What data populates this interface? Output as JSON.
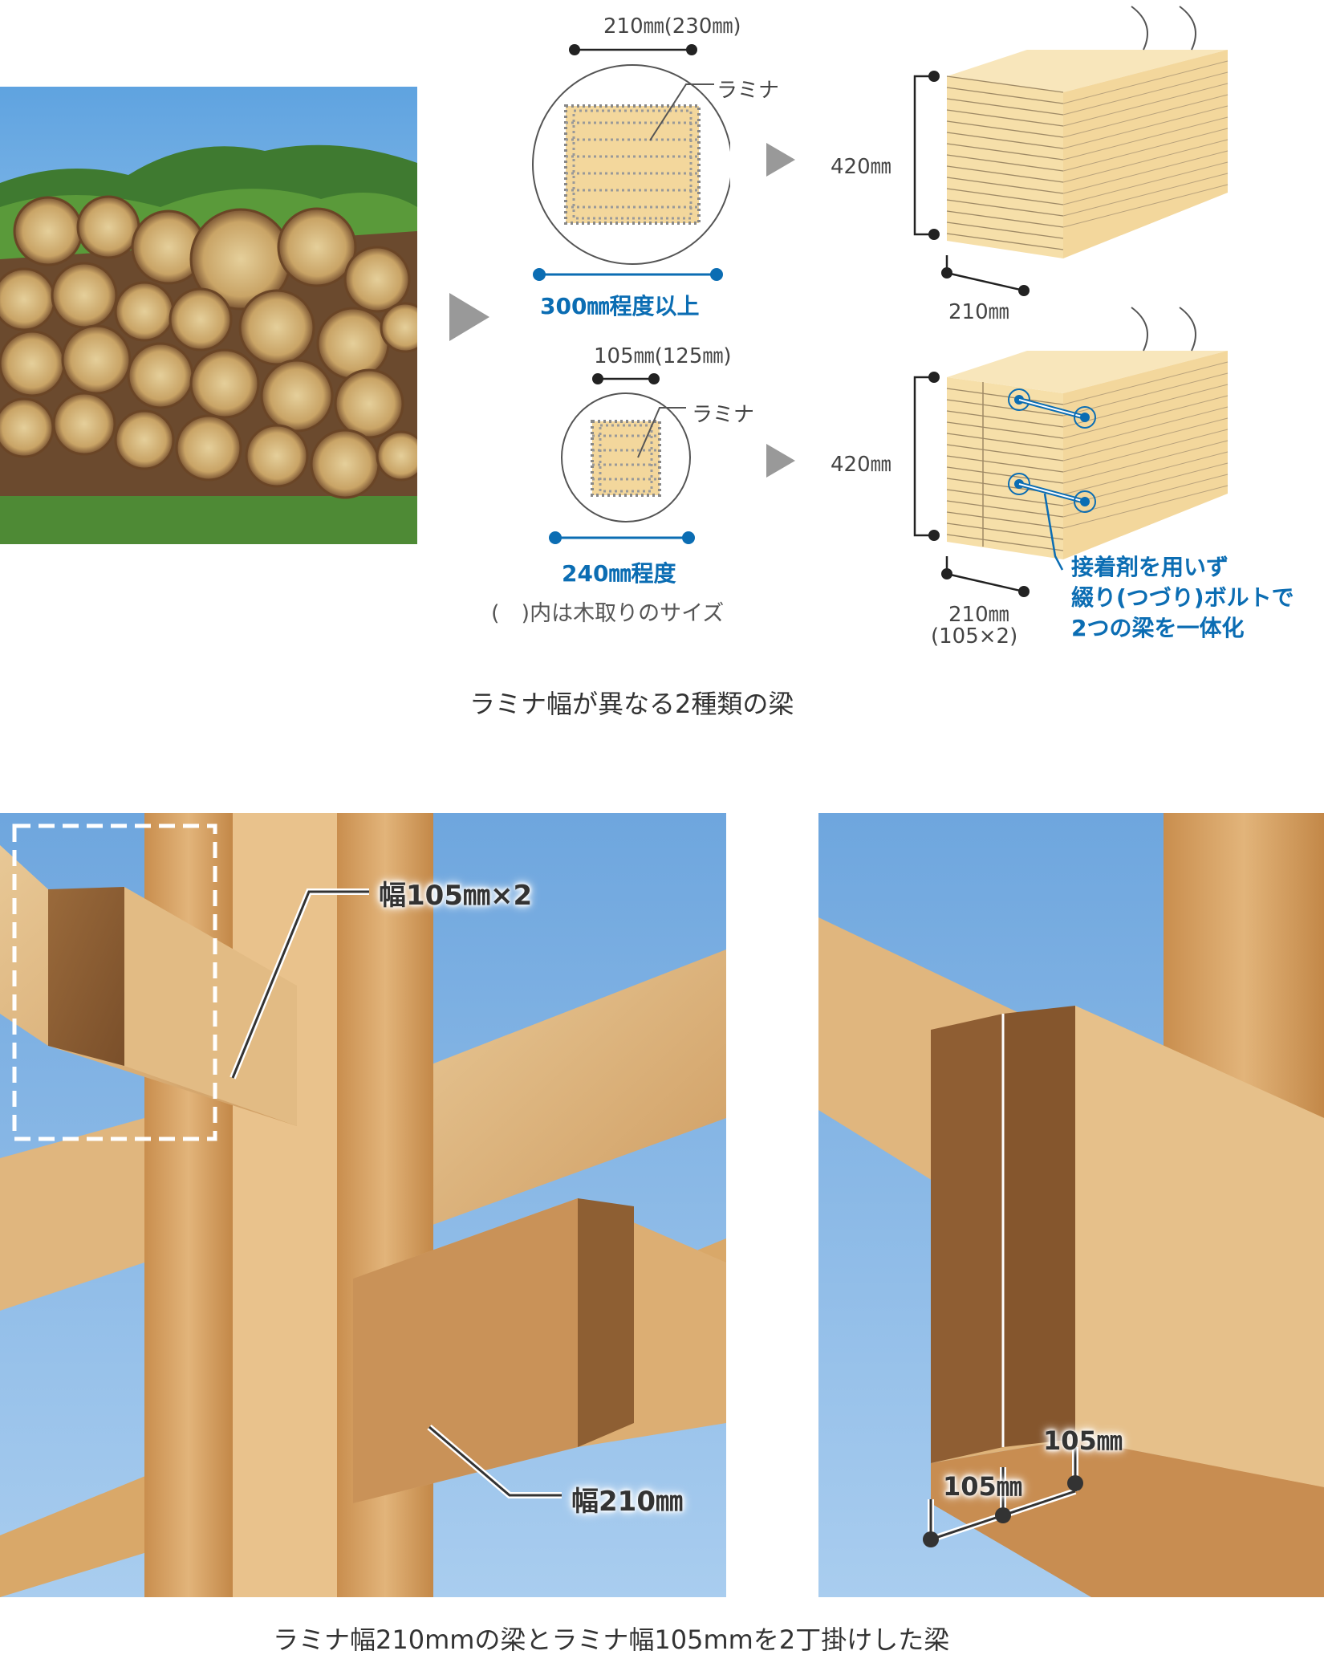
{
  "top": {
    "dims": {
      "d1_top": "210㎜(230㎜)",
      "d1_bottom": "300㎜程度以上",
      "lamina": "ラミナ",
      "d2_top": "105㎜(125㎜)",
      "d2_bottom": "240㎜程度",
      "note": "(　)内は木取りのサイズ",
      "h1": "420㎜",
      "w1": "210㎜",
      "h2": "420㎜",
      "w2": "210㎜",
      "w2_sub": "(105×2)"
    },
    "bolt_note": [
      "接着剤を用いず",
      "綴り(つづり)ボルトで",
      "2つの梁を一体化"
    ],
    "caption": "ラミナ幅が異なる2種類の梁"
  },
  "bottom": {
    "labels": {
      "wide2": "幅105㎜×2",
      "wide210": "幅210㎜",
      "a105": "105㎜",
      "b105": "105㎜"
    },
    "caption": "ラミナ幅210mmの梁とラミナ幅105mmを2丁掛けした梁"
  },
  "colors": {
    "accent": "#0b6db3",
    "wood_light": "#f6dfa9",
    "wood_mid": "#d9a45e",
    "wood_dark": "#8a5a2b",
    "sky": "#8fb8e6"
  }
}
